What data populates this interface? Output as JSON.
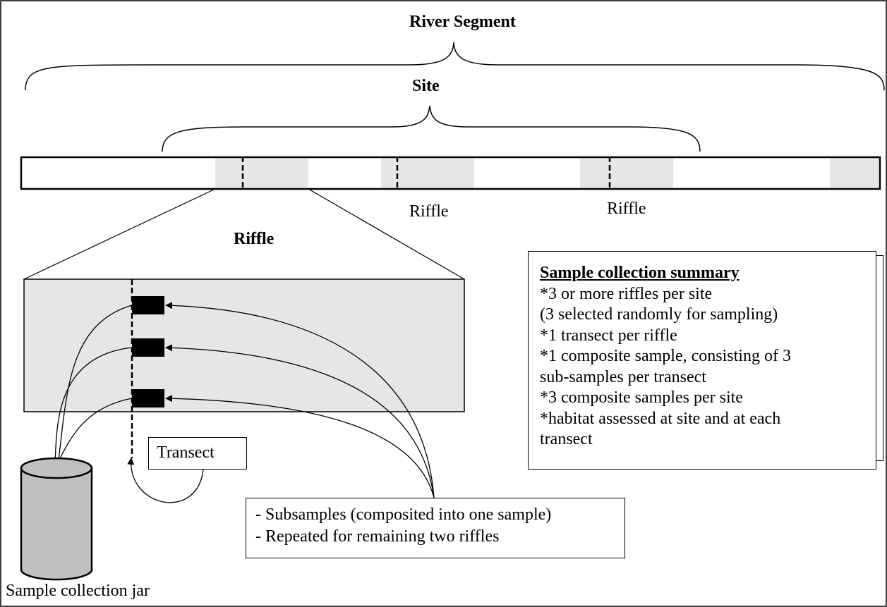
{
  "labels": {
    "river_segment": "River Segment",
    "site": "Site",
    "riffle_heading": "Riffle",
    "riffle_1": "Riffle",
    "riffle_2": "Riffle",
    "transect": "Transect",
    "jar": "Sample collection jar"
  },
  "summary": {
    "title": "Sample collection summary",
    "lines": [
      "*3 or more riffles per site",
      "(3 selected randomly for sampling)",
      "*1 transect per riffle",
      "*1 composite sample, consisting of 3",
      "sub-samples per transect",
      "*3 composite samples per site",
      "*habitat assessed at site and at each",
      "transect"
    ]
  },
  "subsamples_note": {
    "lines": [
      "- Subsamples (composited into one sample)",
      "- Repeated for remaining two riffles"
    ]
  },
  "colors": {
    "riffle_fill": "#e6e6e6",
    "jar_fill": "#c0c0c0",
    "sample_marker": "#000000"
  }
}
